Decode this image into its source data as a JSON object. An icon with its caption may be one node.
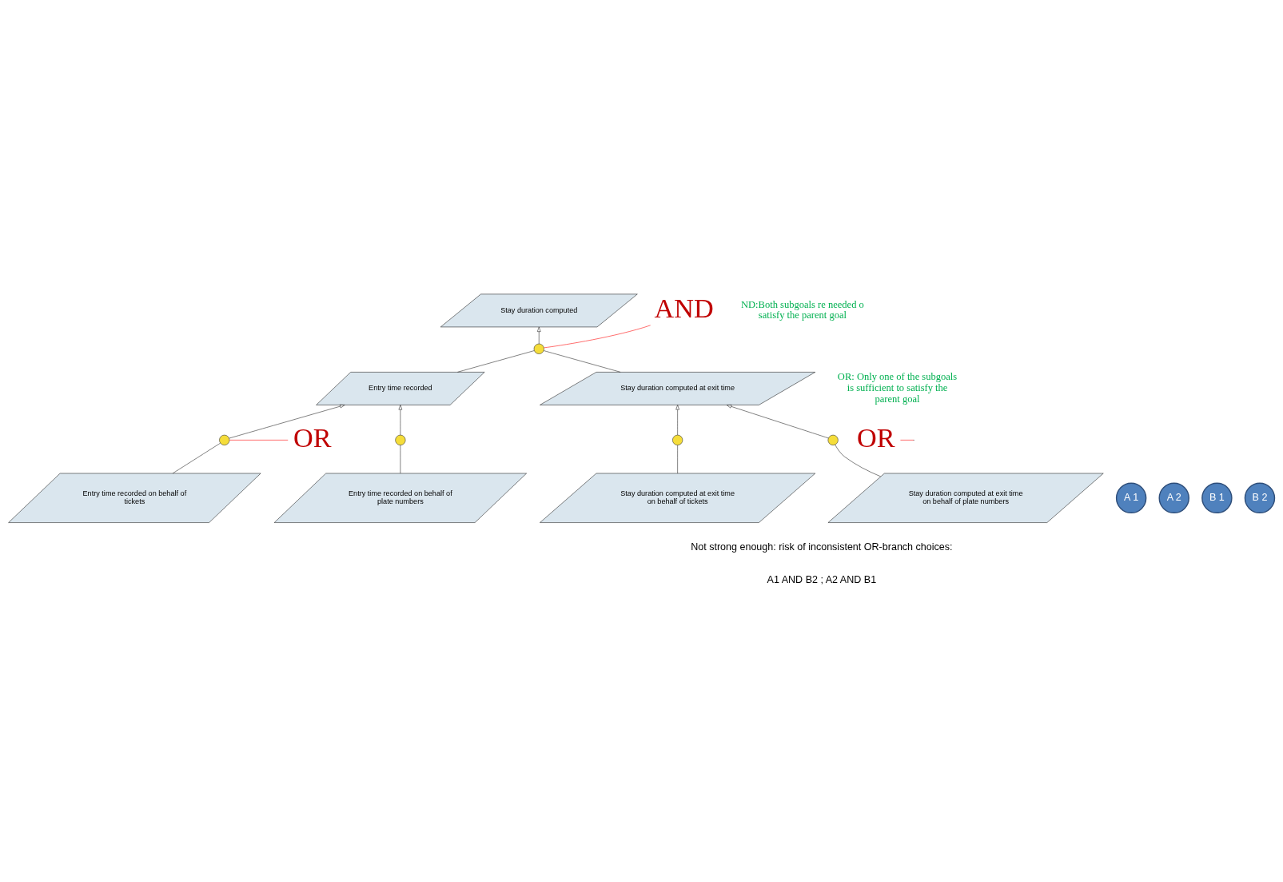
{
  "diagram": {
    "nodes": [
      {
        "text": [
          "Stay duration computed"
        ]
      },
      {
        "text": [],
        "shape": "circle"
      },
      {
        "text": [
          "Entry time recorded"
        ]
      },
      {
        "text": [
          "Stay duration computed at exit time"
        ]
      },
      {
        "text": [],
        "shape": "circle"
      },
      {
        "text": [],
        "shape": "circle"
      },
      {
        "text": [
          "Entry time recorded on behalf of tickets"
        ]
      },
      {
        "text": [
          "Entry time recorded on behalf of plate numbers"
        ]
      },
      {
        "text": [],
        "shape": "circle"
      },
      {
        "text": [],
        "shape": "circle"
      },
      {
        "text": [
          "Stay duration computed at exit time on behalf of tickets"
        ]
      },
      {
        "text": [
          "Stay duration computed at exit time on behalf of plate numbers"
        ]
      },
      {
        "text": [
          "A 1"
        ]
      },
      {
        "text": [
          "A 2"
        ]
      },
      {
        "text": [
          "B 1"
        ]
      },
      {
        "text": [
          "B 2"
        ]
      },
      {
        "text": [
          "AND"
        ]
      },
      {
        "text": [
          "OR"
        ]
      },
      {
        "text": [
          "OR"
        ]
      }
    ],
    "edges": [
      {
        "from": 1,
        "to": 0,
        "arrow": "to"
      },
      {
        "from": 2,
        "to": 1,
        "arrow": "none"
      },
      {
        "from": 3,
        "to": 1,
        "arrow": "none"
      },
      {
        "from": 4,
        "to": 2,
        "arrow": "to"
      },
      {
        "from": 5,
        "to": 2,
        "arrow": "to"
      },
      {
        "from": 6,
        "to": 4,
        "arrow": "none"
      },
      {
        "from": 7,
        "to": 5,
        "arrow": "none"
      },
      {
        "from": 8,
        "to": 3,
        "arrow": "to"
      },
      {
        "from": 9,
        "to": 3,
        "arrow": "to"
      },
      {
        "from": 10,
        "to": 8,
        "arrow": "none"
      },
      {
        "from": 11,
        "to": 9,
        "arrow": "none"
      },
      {
        "from": 16,
        "to": 1,
        "arrow": "none",
        "color": "#ff0000"
      },
      {
        "from": 17,
        "to": 4,
        "arrow": "none",
        "color": "#ff0000"
      },
      {
        "from": 18,
        "to": null,
        "arrow": "none",
        "color": "#ff0000"
      }
    ],
    "labels": [
      "ND:Both subgoals re needed o satisfy the parent goal",
      "OR: Only one of the subgoals is sufficient to satisfy the parent goal",
      "Not strong enough: risk of inconsistent OR-branch choices:",
      "A1 AND B2 ; A2 AND B1"
    ]
  }
}
